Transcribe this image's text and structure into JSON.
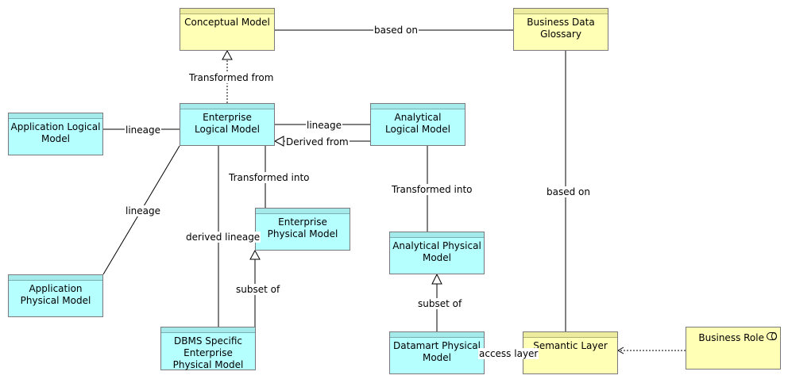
{
  "nodes": {
    "conceptual_model": "Conceptual Model",
    "business_data_glossary": "Business Data Glossary",
    "application_logical_model": "Application Logical Model",
    "enterprise_logical_model": "Enterprise Logical Model",
    "analytical_logical_model": "Analytical Logical Model",
    "enterprise_physical_model": "Enterprise Physical Model",
    "analytical_physical_model": "Analytical Physical Model",
    "application_physical_model": "Application Physical Model",
    "dbms_specific_model": "DBMS Specific Enterprise Physical Model",
    "datamart_physical_model": "Datamart Physical Model",
    "semantic_layer": "Semantic Layer",
    "business_role": "Business Role"
  },
  "edges": {
    "based_on_top": "based on",
    "transformed_from": "Transformed from",
    "lineage_app_logical": "lineage",
    "lineage_analytical": "lineage",
    "derived_from": "Derived from",
    "transformed_into_ent": "Transformed into",
    "transformed_into_analytical": "Transformed into",
    "lineage_app_physical": "lineage",
    "derived_lineage": "derived lineage",
    "based_on_glossary": "based on",
    "subset_of_ent": "subset of",
    "subset_of_datamart": "subset of",
    "access_layer": "access layer"
  },
  "colors": {
    "application_component": "#b5ffff",
    "business_element": "#ffffb5",
    "connector": "#000000"
  }
}
